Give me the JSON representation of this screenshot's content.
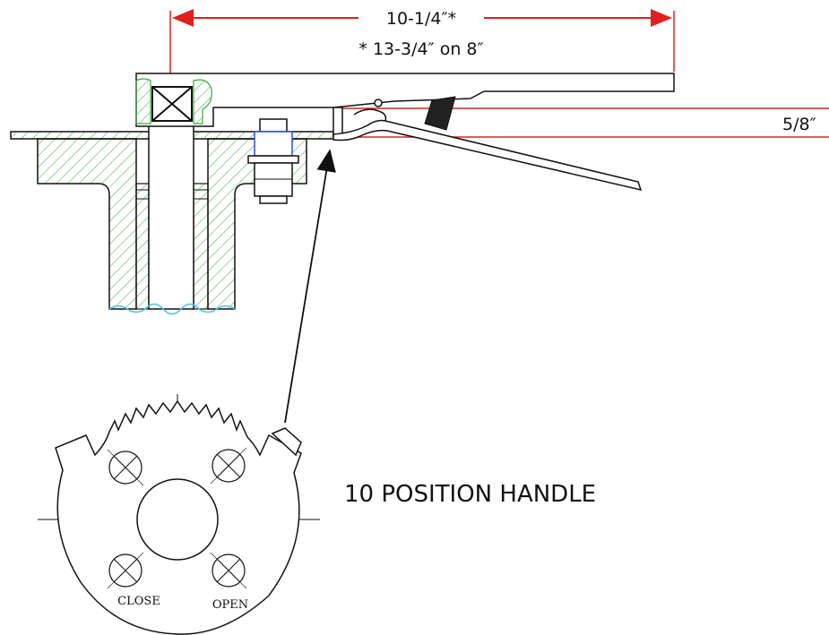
{
  "dimensions": {
    "overall_length": "10-1/4″*",
    "overall_length_note": "* 13-3/4″ on 8″",
    "handle_clearance": "5/8″"
  },
  "labels": {
    "handle_type": "10 POSITION HANDLE",
    "close": "CLOSE",
    "open": "OPEN"
  },
  "colors": {
    "dimension_red": "#e02020",
    "hatch_green": "#3aa63a",
    "outline": "#111111",
    "break_line": "#4fc3e8",
    "bolt_blue": "#2a4fd8"
  }
}
